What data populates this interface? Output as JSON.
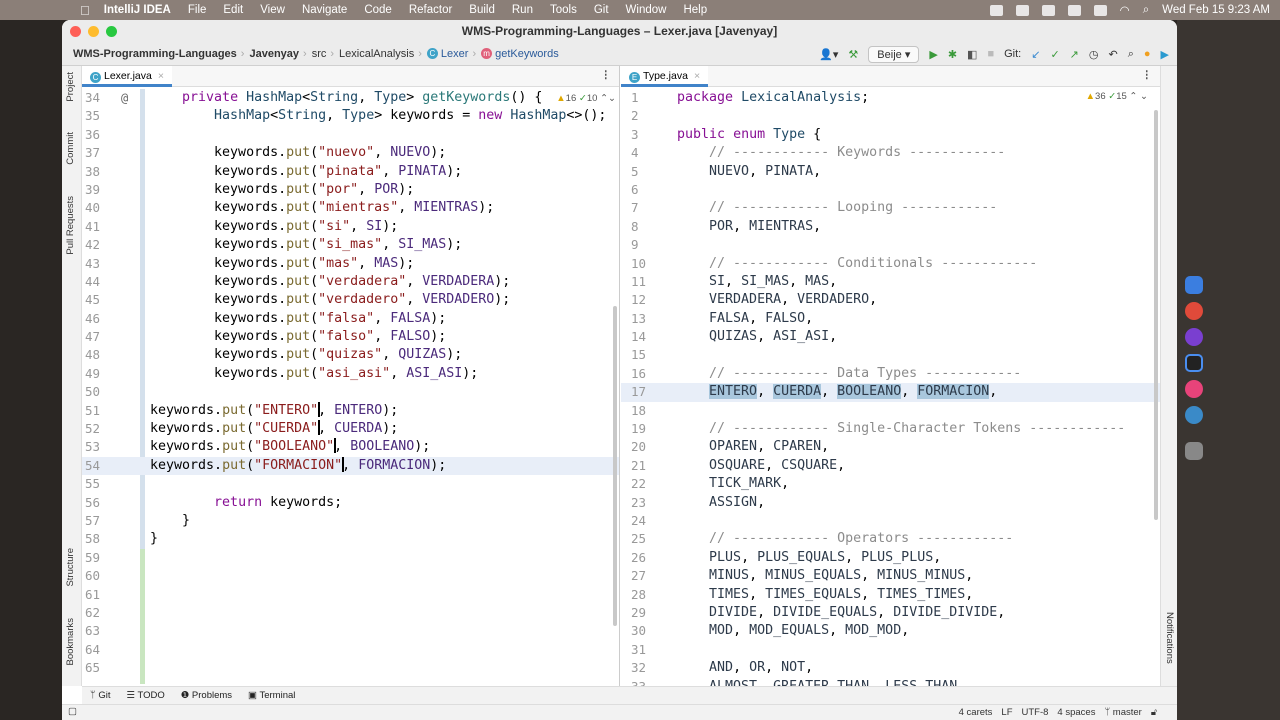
{
  "menubar": {
    "app": "IntelliJ IDEA",
    "items": [
      "File",
      "Edit",
      "View",
      "Navigate",
      "Code",
      "Refactor",
      "Build",
      "Run",
      "Tools",
      "Git",
      "Window",
      "Help"
    ],
    "clock": "Wed Feb 15  9:23 AM"
  },
  "window": {
    "title": "WMS-Programming-Languages – Lexer.java [Javenyay]"
  },
  "breadcrumb": [
    "WMS-Programming-Languages",
    "Javenyay",
    "src",
    "LexicalAnalysis",
    "Lexer",
    "getKeywords"
  ],
  "toolbar": {
    "run_config": "Beije",
    "git_label": "Git:"
  },
  "left_strip": [
    "Project",
    "Commit",
    "Pull Requests",
    "Structure",
    "Bookmarks"
  ],
  "right_strip": [
    "Notifications"
  ],
  "left_editor": {
    "tab": "Lexer.java",
    "warnings": "16",
    "weak_warnings": "10",
    "first_line": 34,
    "lines": [
      "    private HashMap<String, Type> getKeywords() {",
      "        HashMap<String, Type> keywords = new HashMap<>();",
      "",
      "        keywords.put(\"nuevo\", NUEVO);",
      "        keywords.put(\"pinata\", PINATA);",
      "        keywords.put(\"por\", POR);",
      "        keywords.put(\"mientras\", MIENTRAS);",
      "        keywords.put(\"si\", SI);",
      "        keywords.put(\"si_mas\", SI_MAS);",
      "        keywords.put(\"mas\", MAS);",
      "        keywords.put(\"verdadera\", VERDADERA);",
      "        keywords.put(\"verdadero\", VERDADERO);",
      "        keywords.put(\"falsa\", FALSA);",
      "        keywords.put(\"falso\", FALSO);",
      "        keywords.put(\"quizas\", QUIZAS);",
      "        keywords.put(\"asi_asi\", ASI_ASI);",
      "",
      "keywords.put(\"ENTERO\", ENTERO);",
      "keywords.put(\"CUERDA\", CUERDA);",
      "keywords.put(\"BOOLEANO\", BOOLEANO);",
      "keywords.put(\"FORMACION\", FORMACION);",
      "",
      "        return keywords;",
      "    }",
      "}",
      "",
      "",
      "",
      "",
      "",
      "",
      ""
    ],
    "carets": [
      {
        "line": 51,
        "column": 21
      },
      {
        "line": 52,
        "column": 21
      },
      {
        "line": 53,
        "column": 23
      },
      {
        "line": 54,
        "column": 24
      }
    ],
    "current_line": 54
  },
  "right_editor": {
    "tab": "Type.java",
    "warnings": "36",
    "weak_warnings": "15",
    "first_line": 1,
    "lines": [
      "package LexicalAnalysis;",
      "",
      "public enum Type {",
      "    // ------------ Keywords ------------",
      "    NUEVO, PINATA,",
      "",
      "    // ------------ Looping ------------",
      "    POR, MIENTRAS,",
      "",
      "    // ------------ Conditionals ------------",
      "    SI, SI_MAS, MAS,",
      "    VERDADERA, VERDADERO,",
      "    FALSA, FALSO,",
      "    QUIZAS, ASI_ASI,",
      "",
      "    // ------------ Data Types ------------",
      "    ENTERO, CUERDA, BOOLEANO, FORMACION,",
      "",
      "    // ------------ Single-Character Tokens ------------",
      "    OPAREN, CPAREN,",
      "    OSQUARE, CSQUARE,",
      "    TICK_MARK,",
      "    ASSIGN,",
      "",
      "    // ------------ Operators ------------",
      "    PLUS, PLUS_EQUALS, PLUS_PLUS,",
      "    MINUS, MINUS_EQUALS, MINUS_MINUS,",
      "    TIMES, TIMES_EQUALS, TIMES_TIMES,",
      "    DIVIDE, DIVIDE_EQUALS, DIVIDE_DIVIDE,",
      "    MOD, MOD_EQUALS, MOD_MOD,",
      "",
      "    AND, OR, NOT,",
      "    ALMOST, GREATER_THAN, LESS_THAN,"
    ],
    "current_line": 17,
    "highlighted_words": [
      "ENTERO",
      "CUERDA",
      "BOOLEANO",
      "FORMACION"
    ]
  },
  "bottom_tools": [
    "Git",
    "TODO",
    "Problems",
    "Terminal"
  ],
  "status": [
    "4 carets",
    "LF",
    "UTF-8",
    "4 spaces",
    "master"
  ]
}
